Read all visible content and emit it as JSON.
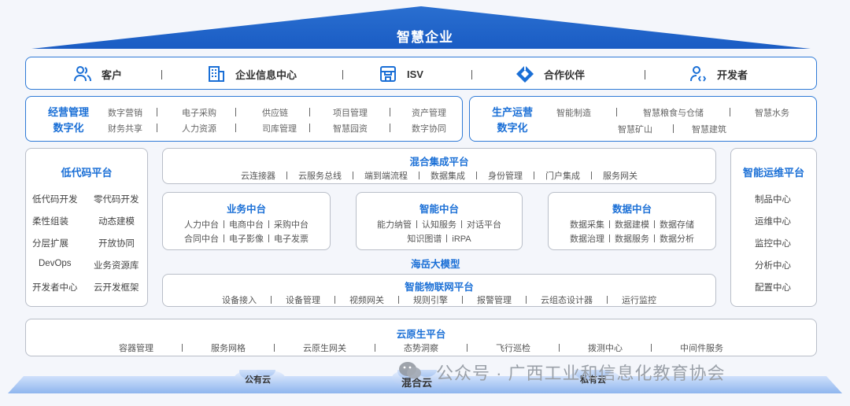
{
  "roof": {
    "title": "智慧企业"
  },
  "users": [
    {
      "label": "客户",
      "icon": "people-icon"
    },
    {
      "label": "企业信息中心",
      "icon": "building-icon"
    },
    {
      "label": "ISV",
      "icon": "store-icon"
    },
    {
      "label": "合作伙伴",
      "icon": "diamond-logo-icon"
    },
    {
      "label": "开发者",
      "icon": "developer-icon"
    }
  ],
  "business": {
    "title_line1": "经营管理",
    "title_line2": "数字化",
    "row1": [
      "数字营销",
      "电子采购",
      "供应链",
      "项目管理",
      "资产管理"
    ],
    "row2": [
      "财务共享",
      "人力资源",
      "司库管理",
      "智慧园资",
      "数字协同"
    ]
  },
  "production": {
    "title_line1": "生产运营",
    "title_line2": "数字化",
    "row1": [
      "智能制造",
      "智慧粮食与仓储",
      "智慧水务"
    ],
    "row2": [
      "智慧矿山",
      "智慧建筑"
    ]
  },
  "lowcode": {
    "title": "低代码平台",
    "left": [
      "低代码开发",
      "柔性组装",
      "分层扩展",
      "DevOps",
      "开发者中心"
    ],
    "right": [
      "零代码开发",
      "动态建模",
      "开放协同",
      "业务资源库",
      "云开发框架"
    ]
  },
  "ops": {
    "title": "智能运维平台",
    "items": [
      "制品中心",
      "运维中心",
      "监控中心",
      "分析中心",
      "配置中心"
    ]
  },
  "hybrid": {
    "title": "混合集成平台",
    "items": [
      "云连接器",
      "云服务总线",
      "端到端流程",
      "数据集成",
      "身份管理",
      "门户集成",
      "服务网关"
    ]
  },
  "business_mid": {
    "title": "业务中台",
    "row1": [
      "人力中台",
      "电商中台",
      "采购中台"
    ],
    "row2": [
      "合同中台",
      "电子影像",
      "电子发票"
    ]
  },
  "smart_mid": {
    "title": "智能中台",
    "row1": [
      "能力纳管",
      "认知服务",
      "对话平台"
    ],
    "row2": [
      "知识图谱",
      "iRPA"
    ]
  },
  "data_mid": {
    "title": "数据中台",
    "row1": [
      "数据采集",
      "数据建模",
      "数据存储"
    ],
    "row2": [
      "数据治理",
      "数据服务",
      "数据分析"
    ]
  },
  "bigmodel": {
    "title": "海岳大模型"
  },
  "iot": {
    "title": "智能物联网平台",
    "items": [
      "设备接入",
      "设备管理",
      "视频网关",
      "规则引擎",
      "报警管理",
      "云组态设计器",
      "运行监控"
    ]
  },
  "cloudnative": {
    "title": "云原生平台",
    "items": [
      "容器管理",
      "服务网格",
      "云原生网关",
      "态势洞察",
      "飞行巡检",
      "拨测中心",
      "中间件服务"
    ]
  },
  "clouds": [
    "公有云",
    "混合云",
    "私有云"
  ],
  "watermark": "公众号 · 广西工业和信息化教育协会",
  "colors": {
    "primary": "#1a6fd6",
    "roof_dark": "#1557c0",
    "roof_light": "#4a90e2"
  }
}
